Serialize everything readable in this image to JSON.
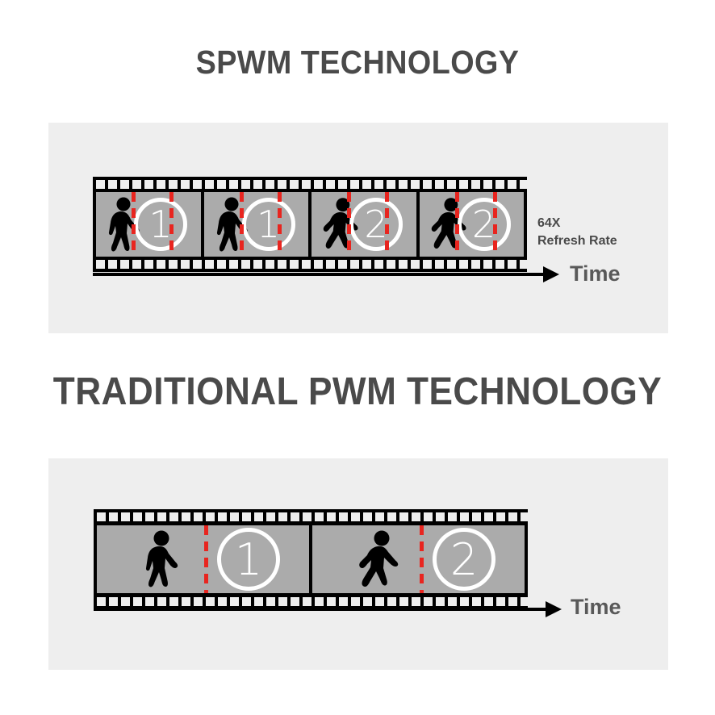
{
  "page": {
    "background_color": "#ffffff",
    "panel_color": "#eeeeee",
    "title_color": "#4a4a4a",
    "frame_color": "#ababab",
    "marker_color": "#e8251f",
    "axis_color": "#000000",
    "time_label_color": "#595959"
  },
  "sections": [
    {
      "id": "spwm",
      "title": "SPWM TECHNOLOGY",
      "annotation_line1": "64X",
      "annotation_line2": "Refresh Rate",
      "time_label": "Time",
      "filmstrip": {
        "frame_count": 4,
        "frames": [
          {
            "number": "1",
            "pose": "walking-person-icon",
            "markers": 2
          },
          {
            "number": "1",
            "pose": "walking-person-icon",
            "markers": 2
          },
          {
            "number": "2",
            "pose": "striding-person-icon",
            "markers": 2
          },
          {
            "number": "2",
            "pose": "striding-person-icon",
            "markers": 2
          }
        ]
      }
    },
    {
      "id": "pwm",
      "title": "TRADITIONAL PWM TECHNOLOGY",
      "time_label": "Time",
      "filmstrip": {
        "frame_count": 2,
        "frames": [
          {
            "number": "1",
            "pose": "walking-person-icon",
            "markers": 1
          },
          {
            "number": "2",
            "pose": "striding-person-icon",
            "markers": 1
          }
        ]
      }
    }
  ]
}
